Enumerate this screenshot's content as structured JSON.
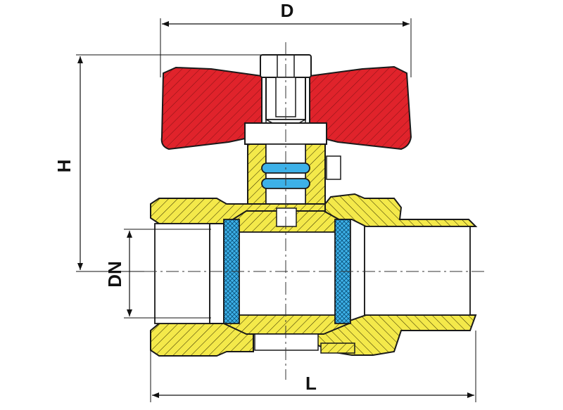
{
  "diagram": {
    "dimensions": {
      "top_width": "D",
      "height": "H",
      "nominal_diameter": "DN",
      "length": "L"
    }
  },
  "colors": {
    "handle": "#e0232b",
    "body": "#f4e94a",
    "seal": "#3db1e8",
    "outline": "#1a1a1a",
    "stem": "#ffffff"
  }
}
